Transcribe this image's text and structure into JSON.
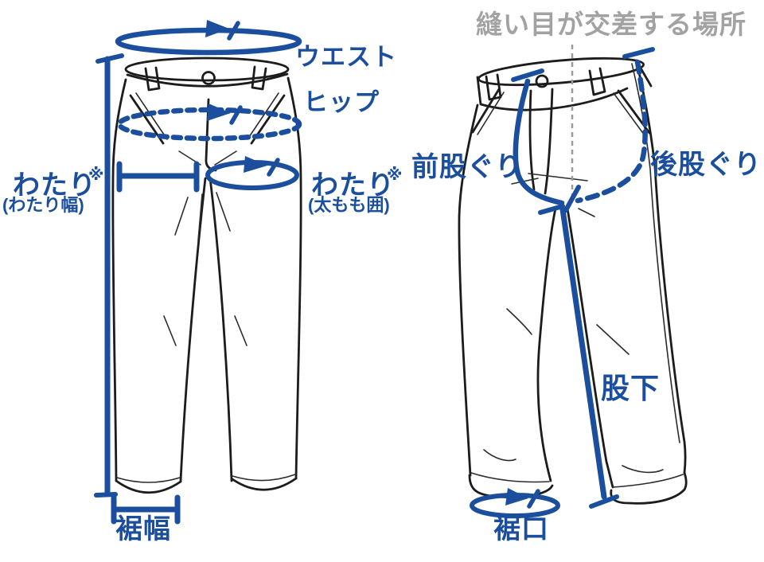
{
  "colors": {
    "accent": "#1b4f9e",
    "ink": "#1c1c1c",
    "gray_text": "#a2a2a2",
    "gray_line": "#9b9b9b",
    "bg": "#ffffff"
  },
  "figure": {
    "front_view": {
      "labels": {
        "waist": "ウエスト",
        "hip": "ヒップ",
        "thigh_width": "わたり",
        "thigh_width_mark": "※",
        "thigh_width_note": "(わたり幅)",
        "thigh_girth": "わたり",
        "thigh_girth_mark": "※",
        "thigh_girth_note": "(太もも囲)",
        "hem_width": "裾幅"
      }
    },
    "three_quarter_view": {
      "labels": {
        "seam_cross_note": "縫い目が交差する場所",
        "front_rise": "前股ぐり",
        "back_rise": "後股ぐり",
        "inseam": "股下",
        "hem_opening": "裾口"
      }
    }
  }
}
